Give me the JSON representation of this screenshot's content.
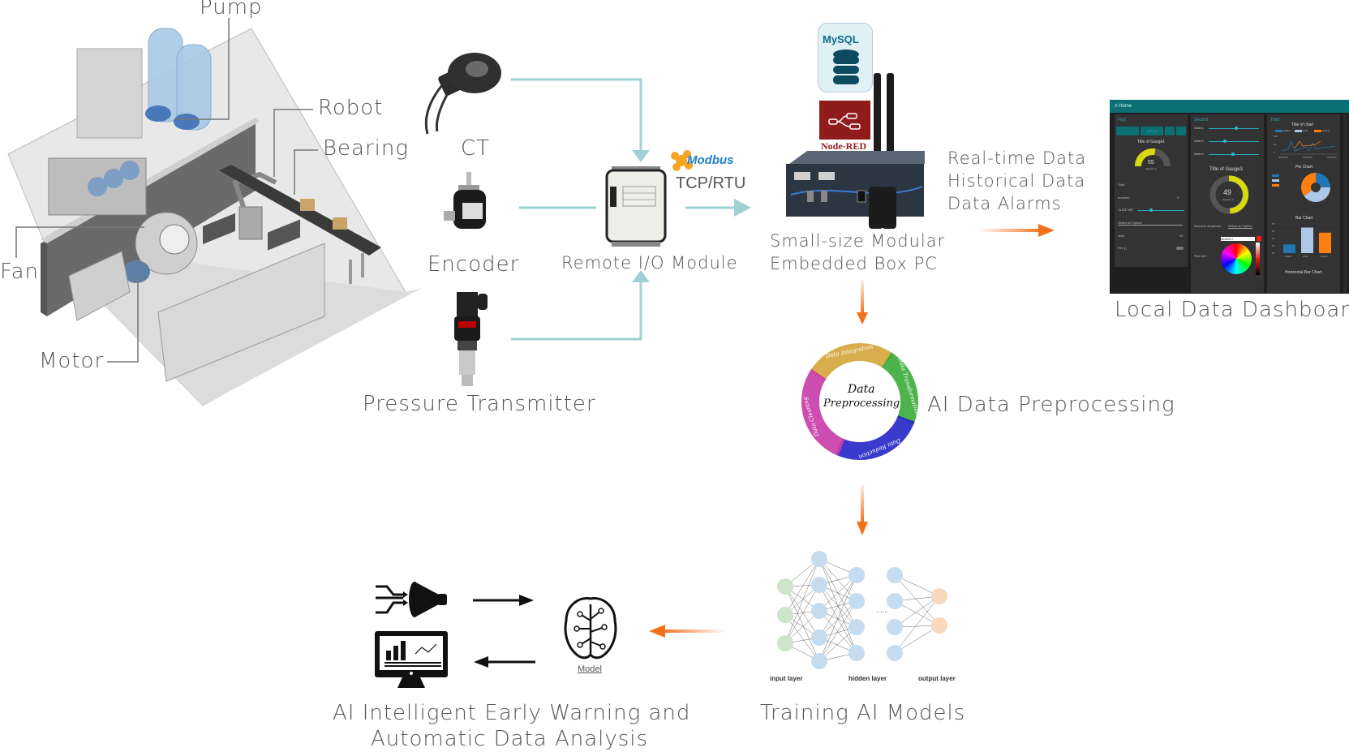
{
  "factory": {
    "labels": {
      "pump": "Pump",
      "robot": "Robot",
      "bearing": "Bearing",
      "fan": "Fan",
      "motor": "Motor"
    }
  },
  "sensors": {
    "ct": "CT",
    "encoder": "Encoder",
    "pressure": "Pressure Transmitter"
  },
  "io_module": {
    "label": "Remote I/O Module"
  },
  "protocol": {
    "logo": "Modbus",
    "label": "TCP/RTU"
  },
  "software": {
    "mysql": "MySQL",
    "nodered": "Node-RED"
  },
  "box_pc": {
    "line1": "Small-size Modular",
    "line2": "Embedded Box PC"
  },
  "data_outputs": [
    "Real-time Data",
    "Historical Data",
    "Data Alarms"
  ],
  "dashboard": {
    "label": "Local Data Dashboard",
    "header": "Home",
    "columns": {
      "first": {
        "title": "First",
        "button_hello": "HELLO",
        "gauge_title": "Title of Gauge1",
        "gauge_value": "55",
        "gauge_unit": "degrees C",
        "gauge_min": "0",
        "gauge_max": "100",
        "gauge_fraction": 0.55,
        "stuff": "Stuff",
        "numeric_label": "numeric",
        "numeric_value": "0",
        "slide_me": "SLIDE ME",
        "slide_me_fraction": 0.3,
        "select_placeholder": "Select an Option",
        "slide_label": "slide",
        "slide_value": "55",
        "fire_label": "Fire {}"
      },
      "second": {
        "title": "Second",
        "sliders": [
          {
            "label": "slider1",
            "fraction": 0.55
          },
          {
            "label": "slider2",
            "fraction": 0.33
          },
          {
            "label": "slider3",
            "fraction": 0.49
          }
        ],
        "gauge_title": "Title of Gauge3",
        "gauge_value": "49",
        "gauge_unit": "degrees C",
        "gauge_fraction": 0.49,
        "dropdown_label": "Numeric dropdown",
        "dropdown_placeholder": "Select an Option",
        "picker_label": "Pick Me !",
        "picker_value": "#e82017"
      },
      "third": {
        "title": "Third",
        "line_chart_title": "Title of chart",
        "legend": [
          "slider2",
          "slide",
          "slider3"
        ],
        "line_y_ticks": [
          "100",
          "50",
          "0"
        ],
        "line_x_ticks": [
          "20:53:36",
          "20:53:44",
          "20:53:52"
        ],
        "pie_title": "Pie Chart",
        "pie_values": [
          0.25,
          0.4,
          0.35
        ],
        "bar_title": "Bar Chart",
        "bar_values": [
          32,
          55,
          48
        ],
        "bar_y_ticks": [
          "60",
          "50",
          "40",
          "30",
          "20"
        ],
        "bar_categories": [
          "slider2",
          "slide",
          "slider3"
        ],
        "hbar_title": "Horizontal Bar Chart"
      }
    },
    "series_colors": [
      "#1f77b4",
      "#aec7e8",
      "#ff7f0e"
    ]
  },
  "preprocessing": {
    "label": "AI Data Preprocessing",
    "center_line1": "Data",
    "center_line2": "Preprocessing",
    "stages": [
      {
        "name": "Data Integration",
        "color": "#d4a53a"
      },
      {
        "name": "Data Transformation",
        "color": "#3aab3a"
      },
      {
        "name": "Data Reduction",
        "color": "#2525c8"
      },
      {
        "name": "Data Cleaning",
        "color": "#c93aa8"
      }
    ]
  },
  "training": {
    "label": "Training AI Models",
    "input_layer": "input layer",
    "hidden_layer": "hidden layer",
    "output_layer": "output layer",
    "ellipsis": "......"
  },
  "analysis": {
    "label_line1": "AI Intelligent Early Warning and",
    "label_line2": "Automatic Data Analysis",
    "model_caption": "Model"
  },
  "colors": {
    "teal_connector": "#9fd1d3",
    "orange_arrow": "#f2711c",
    "label_text": "#555555"
  }
}
